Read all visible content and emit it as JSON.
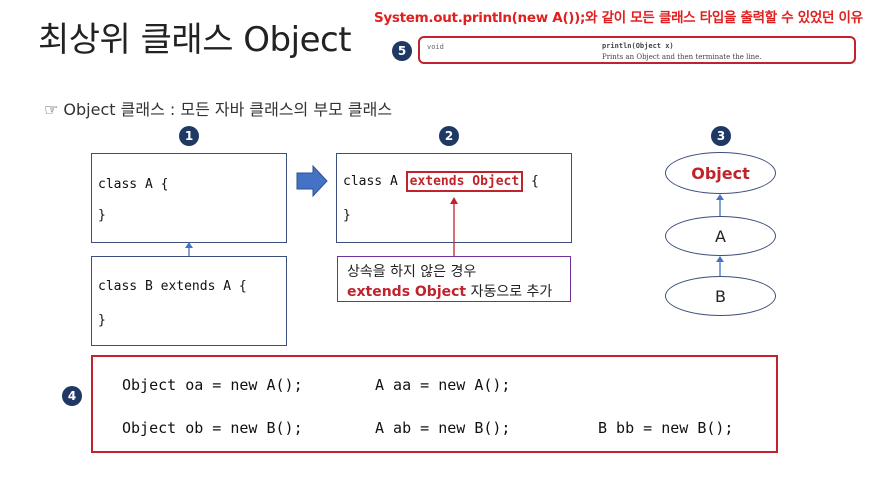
{
  "slide": {
    "title": "최상위 클래스 Object",
    "top_note": "System.out.println(new A());와 같이 모든 클래스 타입을 출력할 수 있었던 이유",
    "api": {
      "return_type": "void",
      "signature": "println(Object x)",
      "description": "Prints an Object and then terminate the line."
    },
    "subtitle": "☞ Object 클래스 : 모든 자바 클래스의 부모 클래스",
    "badges": [
      "1",
      "2",
      "3",
      "4",
      "5"
    ],
    "step1": {
      "class_a_line1": "class A {",
      "class_a_line2": "}",
      "class_b_line1": "class B extends A {",
      "class_b_line2": "}"
    },
    "step2": {
      "prefix": "class A ",
      "highlight": "extends Object",
      "suffix": " {",
      "line2": "}",
      "note_line1": "상속을 하지 않은 경우",
      "note_red": "extends Object",
      "note_rest": " 자동으로 추가"
    },
    "step3": {
      "root": "Object",
      "middle": "A",
      "leaf": "B"
    },
    "step4": {
      "row1": [
        "Object oa = new A();",
        "A aa = new A();"
      ],
      "row2": [
        "Object ob = new B();",
        "A ab = new B();",
        "B bb = new B();"
      ]
    }
  },
  "colors": {
    "red": "#c0232c",
    "navy": "#1f3864",
    "box_border": "#3d4f7c",
    "arrow_blue": "#4472c4",
    "purple": "#7030a0"
  },
  "icons": {
    "transform_arrow": "right-arrow-icon",
    "pointer": "pointing-hand-icon"
  }
}
